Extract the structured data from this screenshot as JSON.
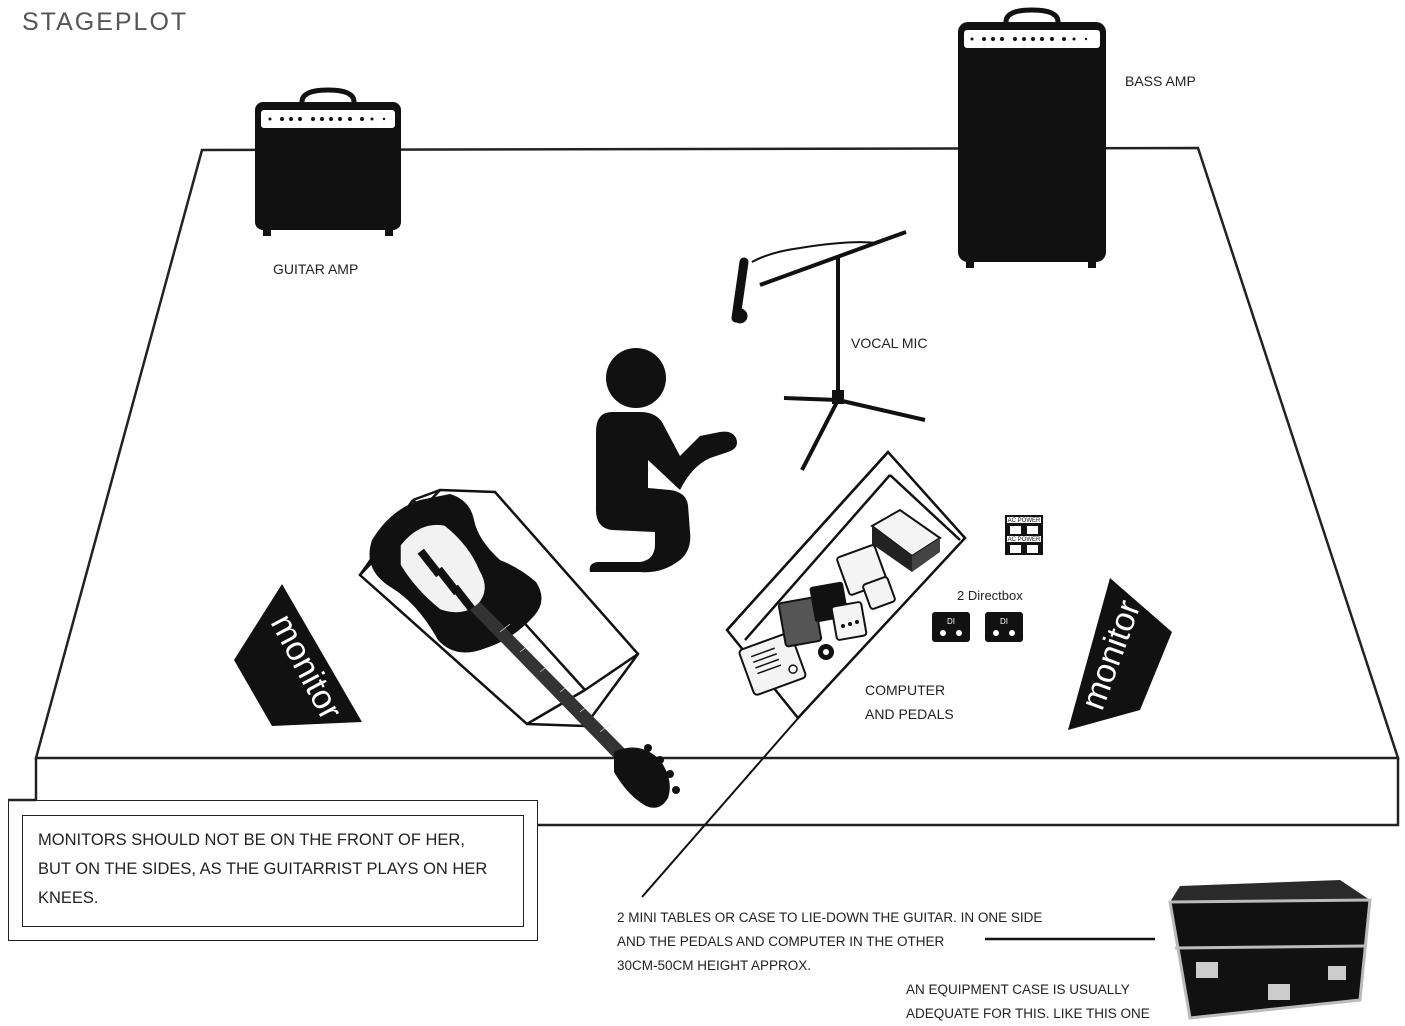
{
  "title": "STAGEPLOT",
  "labels": {
    "guitar_amp": "GUITAR AMP",
    "bass_amp": "BASS AMP",
    "vocal_mic": "VOCAL MIC",
    "directbox": "2 Directbox",
    "computer_line1": "COMPUTER",
    "computer_line2": "AND PEDALS",
    "monitor_left": "monitor",
    "monitor_right": "monitor",
    "ac_power": "AC POWER",
    "di": "DI"
  },
  "note": {
    "line1": "MONITORS SHOULD NOT BE ON THE FRONT OF HER,",
    "line2": "BUT ON THE SIDES, AS THE GUITARRIST PLAYS ON HER",
    "line3": "KNEES."
  },
  "case_note": {
    "line1": "2  MINI TABLES OR CASE TO LIE-DOWN THE GUITAR. IN ONE SIDE",
    "line2": "AND THE PEDALS AND COMPUTER IN THE OTHER",
    "line3": "30CM-50CM HEIGHT APPROX.",
    "line4": "AN EQUIPMENT CASE IS USUALLY",
    "line5": "ADEQUATE FOR THIS.  LIKE THIS ONE"
  },
  "icons": [
    "guitar-amp-icon",
    "bass-amp-icon",
    "mic-stand-icon",
    "kneeling-person-icon",
    "electric-guitar-icon",
    "pedalboard-icon",
    "laptop-icon",
    "ac-power-icon",
    "directbox-icon",
    "monitor-wedge-icon",
    "flight-case-icon"
  ]
}
